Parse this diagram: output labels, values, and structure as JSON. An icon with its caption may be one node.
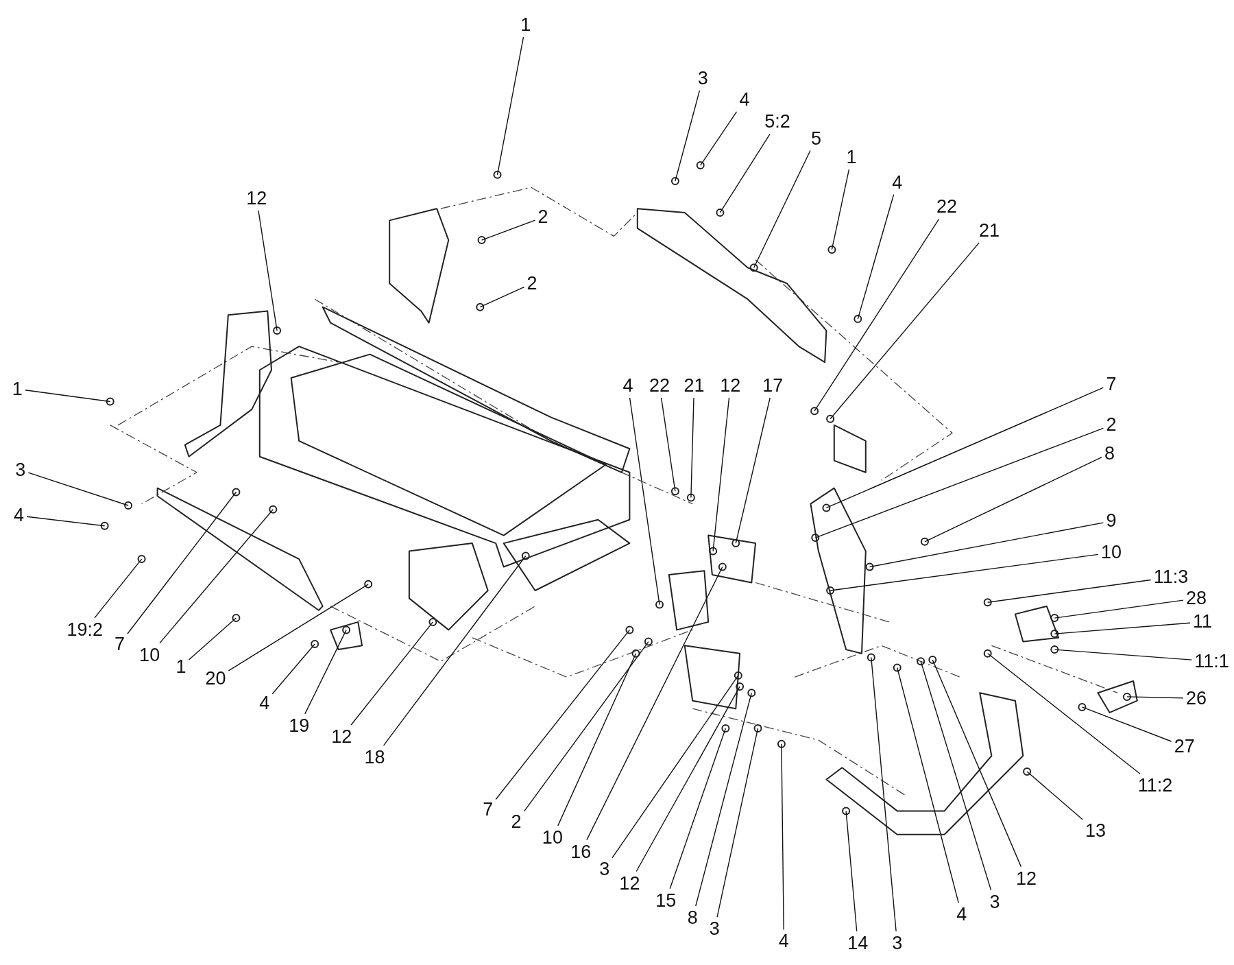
{
  "diagram": {
    "nodes": [
      {
        "text": [
          "1"
        ]
      },
      {
        "text": [
          "2"
        ]
      },
      {
        "text": [
          "2"
        ]
      },
      {
        "text": [
          "12"
        ]
      },
      {
        "text": [
          "1"
        ]
      },
      {
        "text": [
          "3"
        ]
      },
      {
        "text": [
          "4"
        ]
      },
      {
        "text": [
          "19:2"
        ]
      },
      {
        "text": [
          "7"
        ]
      },
      {
        "text": [
          "10"
        ]
      },
      {
        "text": [
          "1"
        ]
      },
      {
        "text": [
          "20"
        ]
      },
      {
        "text": [
          "4"
        ]
      },
      {
        "text": [
          "19"
        ]
      },
      {
        "text": [
          "12"
        ]
      },
      {
        "text": [
          "18"
        ]
      },
      {
        "text": [
          "3"
        ]
      },
      {
        "text": [
          "4"
        ]
      },
      {
        "text": [
          "5:2"
        ]
      },
      {
        "text": [
          "5"
        ]
      },
      {
        "text": [
          "1"
        ]
      },
      {
        "text": [
          "4"
        ]
      },
      {
        "text": [
          "22"
        ]
      },
      {
        "text": [
          "21"
        ]
      },
      {
        "text": [
          "4"
        ]
      },
      {
        "text": [
          "22"
        ]
      },
      {
        "text": [
          "21"
        ]
      },
      {
        "text": [
          "12"
        ]
      },
      {
        "text": [
          "17"
        ]
      },
      {
        "text": [
          "7"
        ]
      },
      {
        "text": [
          "2"
        ]
      },
      {
        "text": [
          "8"
        ]
      },
      {
        "text": [
          "9"
        ]
      },
      {
        "text": [
          "10"
        ]
      },
      {
        "text": [
          "11:3"
        ]
      },
      {
        "text": [
          "28"
        ]
      },
      {
        "text": [
          "11"
        ]
      },
      {
        "text": [
          "11:1"
        ]
      },
      {
        "text": [
          "26"
        ]
      },
      {
        "text": [
          "27"
        ]
      },
      {
        "text": [
          "11:2"
        ]
      },
      {
        "text": [
          "13"
        ]
      },
      {
        "text": [
          "12"
        ]
      },
      {
        "text": [
          "3"
        ]
      },
      {
        "text": [
          "4"
        ]
      },
      {
        "text": [
          "3"
        ]
      },
      {
        "text": [
          "14"
        ]
      },
      {
        "text": [
          "4"
        ]
      },
      {
        "text": [
          "3"
        ]
      },
      {
        "text": [
          "8"
        ]
      },
      {
        "text": [
          "15"
        ]
      },
      {
        "text": [
          "12"
        ]
      },
      {
        "text": [
          "3"
        ]
      },
      {
        "text": [
          "16"
        ]
      },
      {
        "text": [
          "10"
        ]
      },
      {
        "text": [
          "2"
        ]
      },
      {
        "text": [
          "7"
        ]
      }
    ],
    "edges": [
      {
        "from": 0,
        "to": null,
        "arrow": "none"
      },
      {
        "from": 1,
        "to": null,
        "arrow": "none"
      },
      {
        "from": 2,
        "to": null,
        "arrow": "none"
      },
      {
        "from": 3,
        "to": null,
        "arrow": "none"
      },
      {
        "from": 4,
        "to": null,
        "arrow": "none"
      },
      {
        "from": 5,
        "to": null,
        "arrow": "none"
      },
      {
        "from": 6,
        "to": null,
        "arrow": "none"
      },
      {
        "from": 7,
        "to": null,
        "arrow": "none"
      },
      {
        "from": 8,
        "to": null,
        "arrow": "none"
      },
      {
        "from": 9,
        "to": null,
        "arrow": "none"
      },
      {
        "from": 10,
        "to": null,
        "arrow": "none"
      },
      {
        "from": 11,
        "to": null,
        "arrow": "none"
      },
      {
        "from": 12,
        "to": null,
        "arrow": "none"
      },
      {
        "from": 13,
        "to": null,
        "arrow": "none"
      },
      {
        "from": 14,
        "to": null,
        "arrow": "none"
      },
      {
        "from": 15,
        "to": null,
        "arrow": "none"
      },
      {
        "from": 16,
        "to": null,
        "arrow": "none"
      },
      {
        "from": 17,
        "to": null,
        "arrow": "none"
      },
      {
        "from": 18,
        "to": null,
        "arrow": "none"
      },
      {
        "from": 19,
        "to": null,
        "arrow": "none"
      },
      {
        "from": 20,
        "to": null,
        "arrow": "none"
      },
      {
        "from": 21,
        "to": null,
        "arrow": "none"
      },
      {
        "from": 22,
        "to": null,
        "arrow": "none"
      },
      {
        "from": 23,
        "to": null,
        "arrow": "none"
      },
      {
        "from": 24,
        "to": null,
        "arrow": "none"
      },
      {
        "from": 25,
        "to": null,
        "arrow": "none"
      },
      {
        "from": 26,
        "to": null,
        "arrow": "none"
      },
      {
        "from": 27,
        "to": null,
        "arrow": "none"
      },
      {
        "from": 28,
        "to": null,
        "arrow": "none"
      },
      {
        "from": 29,
        "to": null,
        "arrow": "none"
      },
      {
        "from": 30,
        "to": null,
        "arrow": "none"
      },
      {
        "from": 31,
        "to": null,
        "arrow": "none"
      },
      {
        "from": 32,
        "to": null,
        "arrow": "none"
      },
      {
        "from": 33,
        "to": null,
        "arrow": "none"
      },
      {
        "from": 34,
        "to": null,
        "arrow": "none"
      },
      {
        "from": 35,
        "to": null,
        "arrow": "none"
      },
      {
        "from": 36,
        "to": null,
        "arrow": "none"
      },
      {
        "from": 37,
        "to": null,
        "arrow": "none"
      },
      {
        "from": 38,
        "to": null,
        "arrow": "none"
      },
      {
        "from": 39,
        "to": null,
        "arrow": "none"
      },
      {
        "from": 40,
        "to": null,
        "arrow": "none"
      },
      {
        "from": 41,
        "to": null,
        "arrow": "none"
      },
      {
        "from": 42,
        "to": null,
        "arrow": "none"
      },
      {
        "from": 43,
        "to": null,
        "arrow": "none"
      },
      {
        "from": 44,
        "to": null,
        "arrow": "none"
      },
      {
        "from": 45,
        "to": null,
        "arrow": "none"
      },
      {
        "from": 46,
        "to": null,
        "arrow": "none"
      },
      {
        "from": 47,
        "to": null,
        "arrow": "none"
      },
      {
        "from": 48,
        "to": null,
        "arrow": "none"
      },
      {
        "from": 49,
        "to": null,
        "arrow": "none"
      },
      {
        "from": 50,
        "to": null,
        "arrow": "none"
      },
      {
        "from": 51,
        "to": null,
        "arrow": "none"
      },
      {
        "from": 52,
        "to": null,
        "arrow": "none"
      },
      {
        "from": 53,
        "to": null,
        "arrow": "none"
      },
      {
        "from": 54,
        "to": null,
        "arrow": "none"
      },
      {
        "from": 55,
        "to": null,
        "arrow": "none"
      },
      {
        "from": 56,
        "to": null,
        "arrow": "none"
      }
    ]
  }
}
